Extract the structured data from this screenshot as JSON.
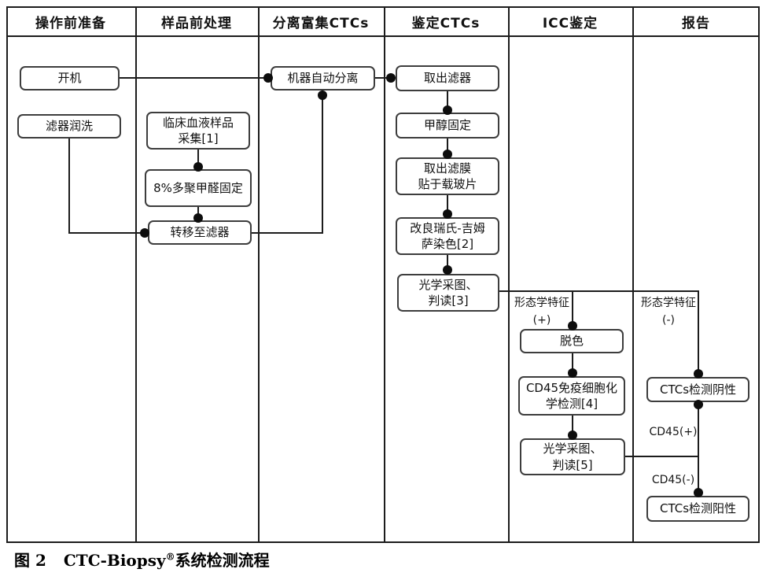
{
  "header": {
    "columns": [
      "操作前准备",
      "样品前处理",
      "分离富集CTCs",
      "鉴定CTCs",
      "ICC鉴定",
      "报告"
    ]
  },
  "nodes": {
    "power_on": "开机",
    "filter_rinse": "滤器润洗",
    "blood_sample": "临床血液样品\n采集[1]",
    "pfa_fixation": "8%多聚甲醛固定",
    "transfer_to_filter": "转移至滤器",
    "auto_separation": "机器自动分离",
    "remove_filter": "取出滤器",
    "methanol_fixation": "甲醇固定",
    "mount_membrane": "取出滤膜\n贴于载玻片",
    "giemsa_staining": "改良瑞氏-吉姆\n萨染色[2]",
    "imaging_3": "光学采图、\n判读[3]",
    "decolorization": "脱色",
    "cd45_icc": "CD45免疫细胞化\n学检测[4]",
    "imaging_5": "光学采图、\n判读[5]",
    "ctc_negative": "CTCs检测阴性",
    "ctc_positive": "CTCs检测阳性"
  },
  "edge_labels": {
    "morph_positive": "形态学特征\n(+)",
    "morph_negative": "形态学特征\n(-)",
    "cd45_positive": "CD45(+)",
    "cd45_negative": "CD45(-)"
  },
  "caption": {
    "figure_no": "图 2",
    "product": "CTC-Biopsy",
    "registered_mark": "®",
    "suffix": "系统检测流程"
  },
  "colors": {
    "line": "#1c1c1c",
    "box_border": "#3d3d3d",
    "text": "#111111",
    "background": "#ffffff"
  }
}
